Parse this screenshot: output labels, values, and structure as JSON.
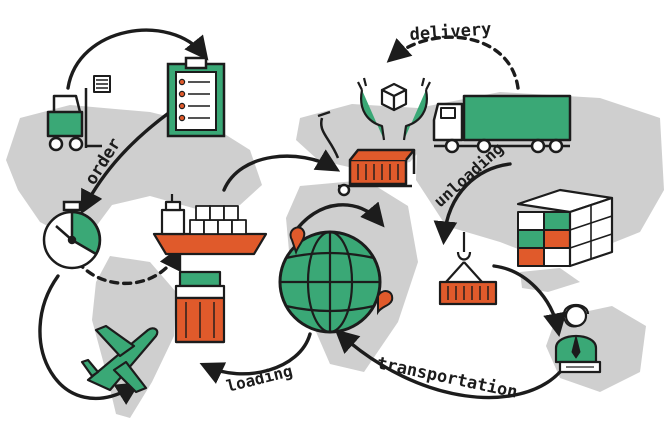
{
  "labels": {
    "order": "order",
    "delivery": "delivery",
    "unloading": "unloading",
    "loading": "loading",
    "transportation": "transportation"
  },
  "icons": [
    "forklift-icon",
    "clipboard-checklist-icon",
    "hands-box-icon",
    "truck-icon",
    "hand-pallet-truck-icon",
    "stopwatch-icon",
    "cargo-ship-icon",
    "globe-icon",
    "container-stack-icon",
    "crane-hook-container-icon",
    "railcar-icon",
    "airplane-icon",
    "operator-headset-icon"
  ],
  "colors": {
    "map": "#cfcfcf",
    "green": "#3aa876",
    "orange": "#e05a2b",
    "ink": "#1c1c1c",
    "background": "#ffffff"
  }
}
